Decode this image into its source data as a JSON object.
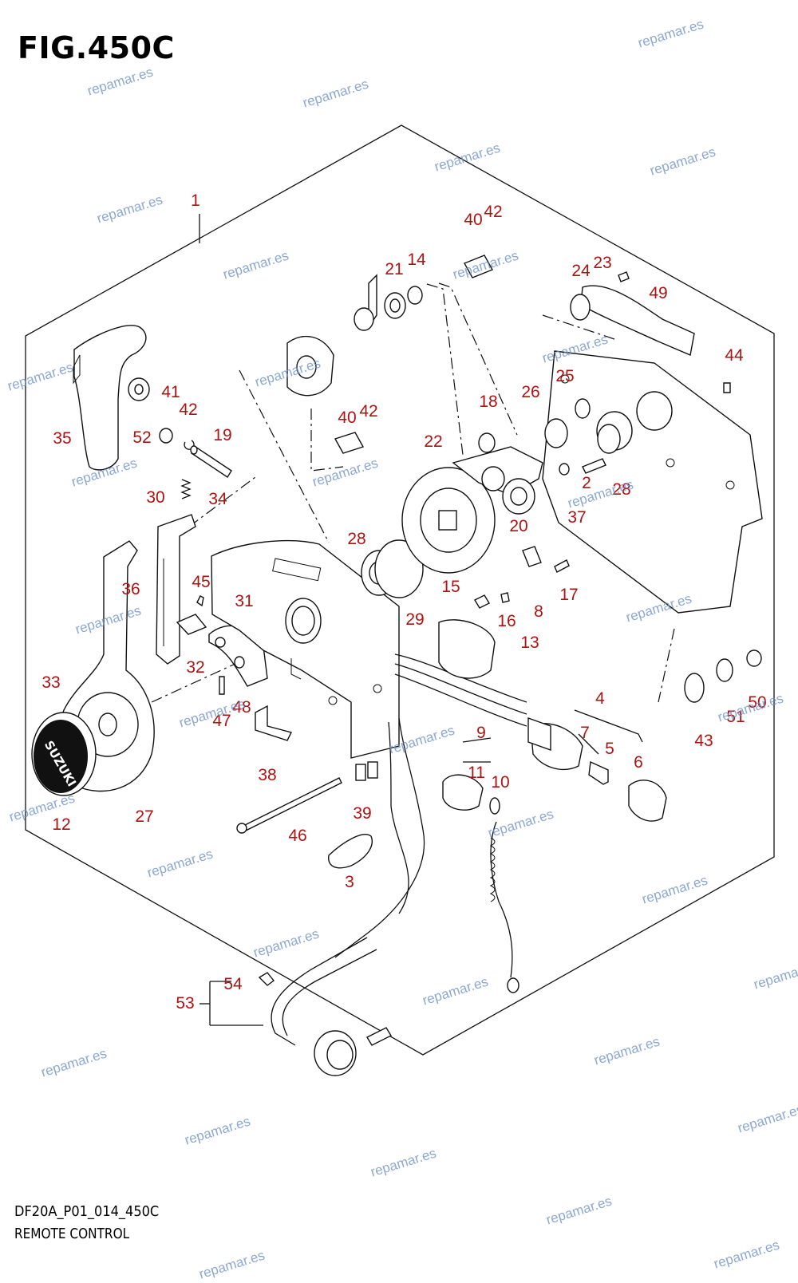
{
  "header": {
    "figure_title": "FIG.450C"
  },
  "footer": {
    "code": "DF20A_P01_014_450C",
    "caption": "REMOTE CONTROL"
  },
  "watermark": {
    "text": "repamar.es",
    "color": "#6f93c9"
  },
  "label_color": "#b01212",
  "part_labels": [
    "1",
    "2",
    "3",
    "4",
    "5",
    "6",
    "7",
    "8",
    "9",
    "10",
    "11",
    "12",
    "13",
    "14",
    "15",
    "16",
    "17",
    "18",
    "19",
    "20",
    "21",
    "22",
    "23",
    "24",
    "25",
    "26",
    "27",
    "28",
    "28",
    "29",
    "30",
    "31",
    "32",
    "33",
    "34",
    "35",
    "36",
    "37",
    "38",
    "39",
    "40",
    "40",
    "41",
    "42",
    "42",
    "42",
    "43",
    "44",
    "45",
    "46",
    "47",
    "48",
    "49",
    "50",
    "51",
    "52",
    "53",
    "54"
  ],
  "icons": [
    "remote-control-housing",
    "control-lever",
    "neutral-switch",
    "ignition-switch",
    "key",
    "stop-switch-lanyard",
    "wire-harness-connector",
    "suzuki-emblem-cap"
  ]
}
